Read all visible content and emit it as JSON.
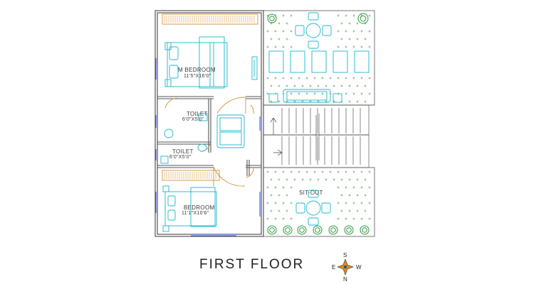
{
  "title": "FIRST FLOOR",
  "rooms": {
    "master_bedroom": {
      "name": "M BEDROOM",
      "size": "11'5\"X16'0\""
    },
    "toilet_1": {
      "name": "TOILET",
      "size": "6'0\"X5'0\""
    },
    "toilet_2": {
      "name": "TOILET",
      "size": "6'0\"X5'0\""
    },
    "bedroom": {
      "name": "BEDROOM",
      "size": "11'1\"X10'6\""
    },
    "sitout": {
      "name": "SIT-OUT"
    }
  },
  "compass": {
    "north": "N",
    "south": "S",
    "east": "E",
    "west": "W"
  },
  "colors": {
    "wall": "#555555",
    "furniture": "#17b7cc",
    "wood": "#d79a4a",
    "plant": "#2a9a3a",
    "lawn_dots": "#3a8a3a"
  }
}
